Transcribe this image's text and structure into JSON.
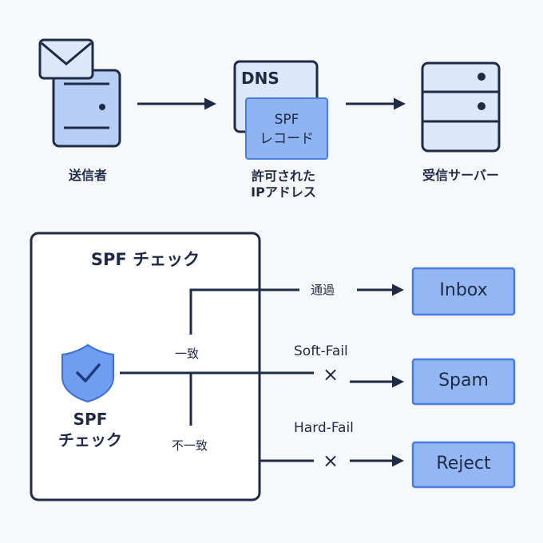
{
  "top": {
    "sender_label": "送信者",
    "dns_label": "DNS",
    "spf_record_line1": "SPF",
    "spf_record_line2": "レコード",
    "allowed_ip_line1": "許可された",
    "allowed_ip_line2": "IPアドレス",
    "receiver_label": "受信サーバー"
  },
  "check": {
    "title": "SPF チェック",
    "shield_line1": "SPF",
    "shield_line2": "チェック",
    "match_label": "一致",
    "mismatch_label": "不一致",
    "pass_label": "通過",
    "softfail_label": "Soft-Fail",
    "hardfail_label": "Hard-Fail",
    "cross_symbol": "×"
  },
  "results": {
    "inbox": "Inbox",
    "spam": "Spam",
    "reject": "Reject"
  },
  "colors": {
    "stroke": "#1f2a44",
    "light_blue": "#dce7fb",
    "mid_blue": "#a9c6f5",
    "accent_blue": "#5b8eee"
  },
  "icons": [
    "envelope-icon",
    "server-icon",
    "shield-check-icon",
    "arrow-right-icon"
  ]
}
